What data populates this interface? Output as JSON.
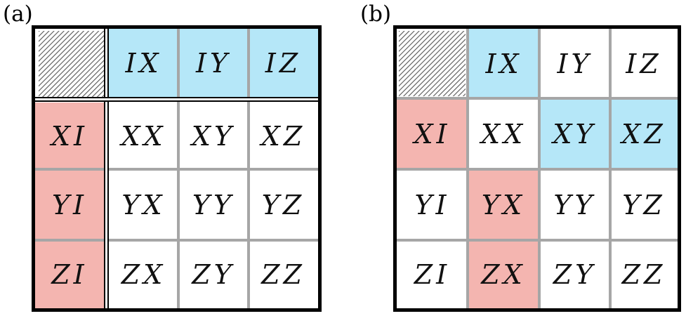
{
  "colors": {
    "blue": "#b5e7f8",
    "red": "#f4b5b0",
    "white": "#ffffff"
  },
  "panels": [
    {
      "label": "(a)",
      "header_row": [
        {
          "text": "IX",
          "color": "blue"
        },
        {
          "text": "IY",
          "color": "blue"
        },
        {
          "text": "IZ",
          "color": "blue"
        }
      ],
      "rows": [
        [
          {
            "text": "XI",
            "color": "red"
          },
          {
            "text": "XX",
            "color": "white"
          },
          {
            "text": "XY",
            "color": "white"
          },
          {
            "text": "XZ",
            "color": "white"
          }
        ],
        [
          {
            "text": "YI",
            "color": "red"
          },
          {
            "text": "YX",
            "color": "white"
          },
          {
            "text": "YY",
            "color": "white"
          },
          {
            "text": "YZ",
            "color": "white"
          }
        ],
        [
          {
            "text": "ZI",
            "color": "red"
          },
          {
            "text": "ZX",
            "color": "white"
          },
          {
            "text": "ZY",
            "color": "white"
          },
          {
            "text": "ZZ",
            "color": "white"
          }
        ]
      ]
    },
    {
      "label": "(b)",
      "header_row": [
        {
          "text": "IX",
          "color": "blue"
        },
        {
          "text": "IY",
          "color": "white"
        },
        {
          "text": "IZ",
          "color": "white"
        }
      ],
      "rows": [
        [
          {
            "text": "XI",
            "color": "red"
          },
          {
            "text": "XX",
            "color": "white"
          },
          {
            "text": "XY",
            "color": "blue"
          },
          {
            "text": "XZ",
            "color": "blue"
          }
        ],
        [
          {
            "text": "YI",
            "color": "white"
          },
          {
            "text": "YX",
            "color": "red"
          },
          {
            "text": "YY",
            "color": "white"
          },
          {
            "text": "YZ",
            "color": "white"
          }
        ],
        [
          {
            "text": "ZI",
            "color": "white"
          },
          {
            "text": "ZX",
            "color": "red"
          },
          {
            "text": "ZY",
            "color": "white"
          },
          {
            "text": "ZZ",
            "color": "white"
          }
        ]
      ]
    }
  ]
}
